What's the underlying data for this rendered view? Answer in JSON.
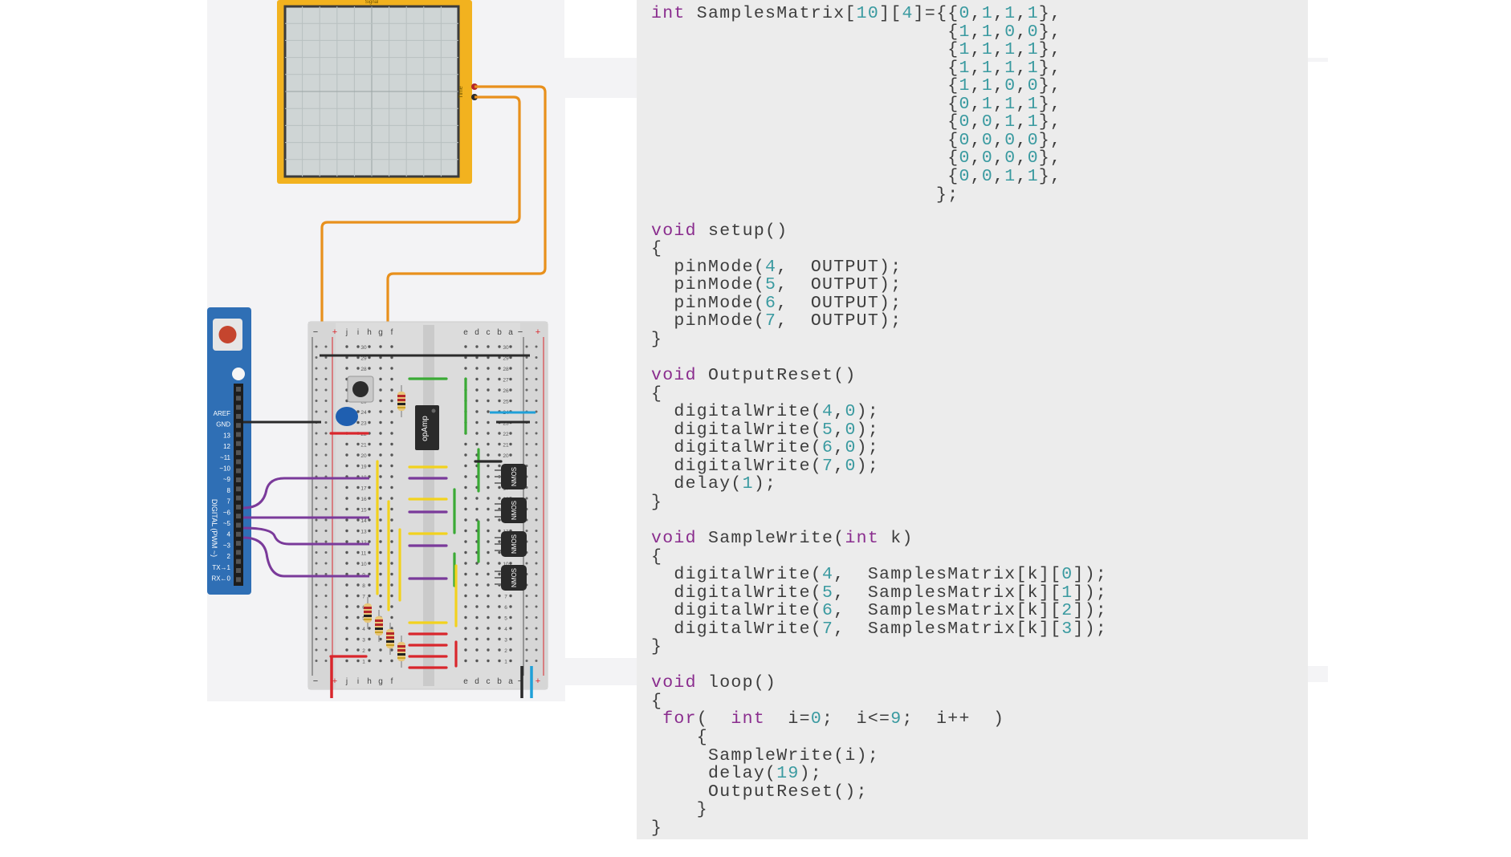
{
  "circuit": {
    "oscilloscope": {
      "title": "Signal",
      "axis_label": "Time",
      "frame_color": "#f2b21f",
      "screen_color": "#cfd5d5"
    },
    "arduino": {
      "board_color": "#2f6fb5",
      "header_labels": [
        "AREF",
        "GND",
        "13",
        "12",
        "~11",
        "~10",
        "~9",
        "8",
        "7",
        "~6",
        "~5",
        "4",
        "~3",
        "2",
        "TX→1",
        "RX←0"
      ],
      "vertical_label": "DIGITAL (PWM ~)"
    },
    "breadboard": {
      "column_letters_top": [
        "j",
        "i",
        "h",
        "g",
        "f",
        "e",
        "d",
        "c",
        "b",
        "a"
      ],
      "column_letters_bottom": [
        "j",
        "i",
        "h",
        "g",
        "f",
        "e",
        "d",
        "c",
        "b",
        "a"
      ],
      "row_numbers": [
        "30",
        "29",
        "28",
        "27",
        "26",
        "25",
        "24",
        "23",
        "22",
        "21",
        "20",
        "19",
        "18",
        "17",
        "16",
        "15",
        "14",
        "13",
        "12",
        "11",
        "10",
        "9",
        "8",
        "7",
        "6",
        "5",
        "4",
        "3",
        "2",
        "1"
      ],
      "rail_minus": "−",
      "rail_plus": "+"
    },
    "opamp_label": "opAmp",
    "transistor_label": "NMOS",
    "wire_colors": {
      "orange": "#e8901c",
      "purple": "#7a3a9a",
      "yellow": "#f2d21e",
      "green": "#3aaa35",
      "red": "#d9262c",
      "blue": "#1fa0d8",
      "black": "#2a2a2a"
    }
  },
  "code": {
    "lines": [
      [
        {
          "t": "int",
          "c": "kw"
        },
        {
          "t": " SamplesMatrix["
        },
        {
          "t": "10",
          "c": "num"
        },
        {
          "t": "]["
        },
        {
          "t": "4",
          "c": "num"
        },
        {
          "t": "]={{"
        },
        {
          "t": "0",
          "c": "num"
        },
        {
          "t": ","
        },
        {
          "t": "1",
          "c": "num"
        },
        {
          "t": ","
        },
        {
          "t": "1",
          "c": "num"
        },
        {
          "t": ","
        },
        {
          "t": "1",
          "c": "num"
        },
        {
          "t": "},"
        }
      ],
      [
        {
          "t": "                          {"
        },
        {
          "t": "1",
          "c": "num"
        },
        {
          "t": ","
        },
        {
          "t": "1",
          "c": "num"
        },
        {
          "t": ","
        },
        {
          "t": "0",
          "c": "num"
        },
        {
          "t": ","
        },
        {
          "t": "0",
          "c": "num"
        },
        {
          "t": "},"
        }
      ],
      [
        {
          "t": "                          {"
        },
        {
          "t": "1",
          "c": "num"
        },
        {
          "t": ","
        },
        {
          "t": "1",
          "c": "num"
        },
        {
          "t": ","
        },
        {
          "t": "1",
          "c": "num"
        },
        {
          "t": ","
        },
        {
          "t": "1",
          "c": "num"
        },
        {
          "t": "},"
        }
      ],
      [
        {
          "t": "                          {"
        },
        {
          "t": "1",
          "c": "num"
        },
        {
          "t": ","
        },
        {
          "t": "1",
          "c": "num"
        },
        {
          "t": ","
        },
        {
          "t": "1",
          "c": "num"
        },
        {
          "t": ","
        },
        {
          "t": "1",
          "c": "num"
        },
        {
          "t": "},"
        }
      ],
      [
        {
          "t": "                          {"
        },
        {
          "t": "1",
          "c": "num"
        },
        {
          "t": ","
        },
        {
          "t": "1",
          "c": "num"
        },
        {
          "t": ","
        },
        {
          "t": "0",
          "c": "num"
        },
        {
          "t": ","
        },
        {
          "t": "0",
          "c": "num"
        },
        {
          "t": "},"
        }
      ],
      [
        {
          "t": "                          {"
        },
        {
          "t": "0",
          "c": "num"
        },
        {
          "t": ","
        },
        {
          "t": "1",
          "c": "num"
        },
        {
          "t": ","
        },
        {
          "t": "1",
          "c": "num"
        },
        {
          "t": ","
        },
        {
          "t": "1",
          "c": "num"
        },
        {
          "t": "},"
        }
      ],
      [
        {
          "t": "                          {"
        },
        {
          "t": "0",
          "c": "num"
        },
        {
          "t": ","
        },
        {
          "t": "0",
          "c": "num"
        },
        {
          "t": ","
        },
        {
          "t": "1",
          "c": "num"
        },
        {
          "t": ","
        },
        {
          "t": "1",
          "c": "num"
        },
        {
          "t": "},"
        }
      ],
      [
        {
          "t": "                          {"
        },
        {
          "t": "0",
          "c": "num"
        },
        {
          "t": ","
        },
        {
          "t": "0",
          "c": "num"
        },
        {
          "t": ","
        },
        {
          "t": "0",
          "c": "num"
        },
        {
          "t": ","
        },
        {
          "t": "0",
          "c": "num"
        },
        {
          "t": "},"
        }
      ],
      [
        {
          "t": "                          {"
        },
        {
          "t": "0",
          "c": "num"
        },
        {
          "t": ","
        },
        {
          "t": "0",
          "c": "num"
        },
        {
          "t": ","
        },
        {
          "t": "0",
          "c": "num"
        },
        {
          "t": ","
        },
        {
          "t": "0",
          "c": "num"
        },
        {
          "t": "},"
        }
      ],
      [
        {
          "t": "                          {"
        },
        {
          "t": "0",
          "c": "num"
        },
        {
          "t": ","
        },
        {
          "t": "0",
          "c": "num"
        },
        {
          "t": ","
        },
        {
          "t": "1",
          "c": "num"
        },
        {
          "t": ","
        },
        {
          "t": "1",
          "c": "num"
        },
        {
          "t": "},"
        }
      ],
      [
        {
          "t": "                         };"
        }
      ],
      [
        {
          "t": ""
        }
      ],
      [
        {
          "t": "void",
          "c": "kw"
        },
        {
          "t": " setup()"
        }
      ],
      [
        {
          "t": "{"
        }
      ],
      [
        {
          "t": "  pinMode("
        },
        {
          "t": "4",
          "c": "num"
        },
        {
          "t": ",  OUTPUT);"
        }
      ],
      [
        {
          "t": "  pinMode("
        },
        {
          "t": "5",
          "c": "num"
        },
        {
          "t": ",  OUTPUT);"
        }
      ],
      [
        {
          "t": "  pinMode("
        },
        {
          "t": "6",
          "c": "num"
        },
        {
          "t": ",  OUTPUT);"
        }
      ],
      [
        {
          "t": "  pinMode("
        },
        {
          "t": "7",
          "c": "num"
        },
        {
          "t": ",  OUTPUT);"
        }
      ],
      [
        {
          "t": "}"
        }
      ],
      [
        {
          "t": ""
        }
      ],
      [
        {
          "t": "void",
          "c": "kw"
        },
        {
          "t": " OutputReset()"
        }
      ],
      [
        {
          "t": "{"
        }
      ],
      [
        {
          "t": "  digitalWrite("
        },
        {
          "t": "4",
          "c": "num"
        },
        {
          "t": ","
        },
        {
          "t": "0",
          "c": "num"
        },
        {
          "t": ");"
        }
      ],
      [
        {
          "t": "  digitalWrite("
        },
        {
          "t": "5",
          "c": "num"
        },
        {
          "t": ","
        },
        {
          "t": "0",
          "c": "num"
        },
        {
          "t": ");"
        }
      ],
      [
        {
          "t": "  digitalWrite("
        },
        {
          "t": "6",
          "c": "num"
        },
        {
          "t": ","
        },
        {
          "t": "0",
          "c": "num"
        },
        {
          "t": ");"
        }
      ],
      [
        {
          "t": "  digitalWrite("
        },
        {
          "t": "7",
          "c": "num"
        },
        {
          "t": ","
        },
        {
          "t": "0",
          "c": "num"
        },
        {
          "t": ");"
        }
      ],
      [
        {
          "t": "  delay("
        },
        {
          "t": "1",
          "c": "num"
        },
        {
          "t": ");"
        }
      ],
      [
        {
          "t": "}"
        }
      ],
      [
        {
          "t": ""
        }
      ],
      [
        {
          "t": "void",
          "c": "kw"
        },
        {
          "t": " SampleWrite("
        },
        {
          "t": "int",
          "c": "kw"
        },
        {
          "t": " k)"
        }
      ],
      [
        {
          "t": "{"
        }
      ],
      [
        {
          "t": "  digitalWrite("
        },
        {
          "t": "4",
          "c": "num"
        },
        {
          "t": ",  SamplesMatrix[k]["
        },
        {
          "t": "0",
          "c": "num"
        },
        {
          "t": "]);"
        }
      ],
      [
        {
          "t": "  digitalWrite("
        },
        {
          "t": "5",
          "c": "num"
        },
        {
          "t": ",  SamplesMatrix[k]["
        },
        {
          "t": "1",
          "c": "num"
        },
        {
          "t": "]);"
        }
      ],
      [
        {
          "t": "  digitalWrite("
        },
        {
          "t": "6",
          "c": "num"
        },
        {
          "t": ",  SamplesMatrix[k]["
        },
        {
          "t": "2",
          "c": "num"
        },
        {
          "t": "]);"
        }
      ],
      [
        {
          "t": "  digitalWrite("
        },
        {
          "t": "7",
          "c": "num"
        },
        {
          "t": ",  SamplesMatrix[k]["
        },
        {
          "t": "3",
          "c": "num"
        },
        {
          "t": "]);"
        }
      ],
      [
        {
          "t": "}"
        }
      ],
      [
        {
          "t": ""
        }
      ],
      [
        {
          "t": "void",
          "c": "kw"
        },
        {
          "t": " loop()"
        }
      ],
      [
        {
          "t": "{"
        }
      ],
      [
        {
          "t": " "
        },
        {
          "t": "for",
          "c": "kw"
        },
        {
          "t": "(  "
        },
        {
          "t": "int",
          "c": "kw"
        },
        {
          "t": "  i="
        },
        {
          "t": "0",
          "c": "num"
        },
        {
          "t": ";  i<="
        },
        {
          "t": "9",
          "c": "num"
        },
        {
          "t": ";  i++  )"
        }
      ],
      [
        {
          "t": "    {"
        }
      ],
      [
        {
          "t": "     SampleWrite(i);"
        }
      ],
      [
        {
          "t": "     delay("
        },
        {
          "t": "19",
          "c": "num"
        },
        {
          "t": ");"
        }
      ],
      [
        {
          "t": "     OutputReset();"
        }
      ],
      [
        {
          "t": "    }"
        }
      ],
      [
        {
          "t": "}"
        }
      ]
    ]
  }
}
